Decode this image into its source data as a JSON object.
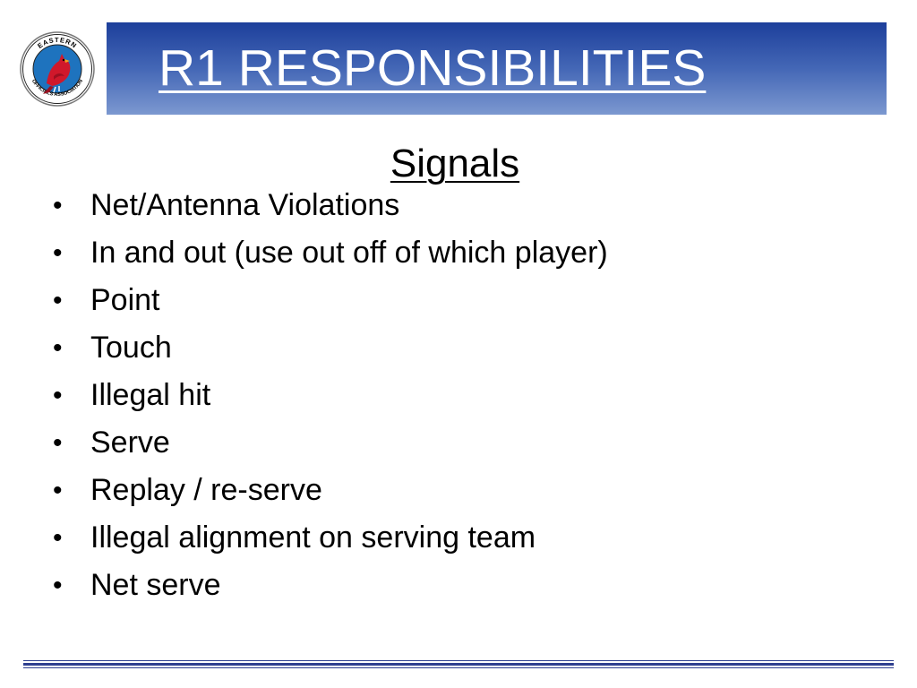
{
  "slide": {
    "title": "R1 RESPONSIBILITIES",
    "subtitle": "Signals",
    "bullets": [
      "Net/Antenna Violations",
      "In and out (use out off of which player)",
      "Point",
      "Touch",
      "Illegal hit",
      "Serve",
      "Replay / re-serve",
      "Illegal alignment on serving team",
      "Net serve"
    ]
  },
  "logo": {
    "top_text": "EASTERN",
    "bottom_text": "OFFICIALS ASSOCIATION",
    "icon": "cardinal-bird-icon"
  },
  "colors": {
    "title_bar_dark": "#1d3f9b",
    "title_bar_light": "#7c98d0",
    "footer_line": "#2e3f8f",
    "logo_blue": "#1e73be",
    "logo_red": "#d0182b"
  }
}
